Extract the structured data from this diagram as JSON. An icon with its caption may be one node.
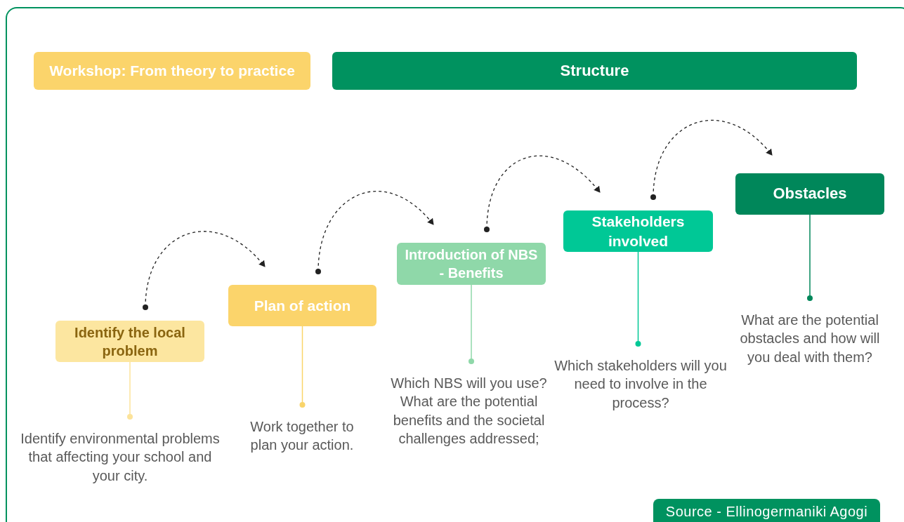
{
  "diagram": {
    "nodes": [
      {
        "text": [
          "Workshop: From theory to practice"
        ]
      },
      {
        "text": [
          "Structure"
        ]
      },
      {
        "text": [
          "Identify the local problem"
        ]
      },
      {
        "text": [
          "Plan of action"
        ]
      },
      {
        "text": [
          "Introduction of NBS - Benefits"
        ]
      },
      {
        "text": [
          "Stakeholders involved"
        ]
      },
      {
        "text": [
          "Obstacles"
        ]
      },
      {
        "text": [
          "Identify environmental problems that affecting your school and your city."
        ]
      },
      {
        "text": [
          "Work together to plan your action."
        ]
      },
      {
        "text": [
          "Which NBS will you use? What are the potential benefits and the societal challenges addressed;"
        ]
      },
      {
        "text": [
          "Which stakeholders will you need to involve in the process?"
        ]
      },
      {
        "text": [
          "What are the potential obstacles and how will you deal with them?"
        ]
      }
    ],
    "edges": [
      {
        "from": 2,
        "to": 3,
        "arrow": "to",
        "style": "dashed"
      },
      {
        "from": 3,
        "to": 4,
        "arrow": "to",
        "style": "dashed"
      },
      {
        "from": 4,
        "to": 5,
        "arrow": "to",
        "style": "dashed"
      },
      {
        "from": 5,
        "to": 6,
        "arrow": "to",
        "style": "dashed"
      },
      {
        "from": 2,
        "to": 7,
        "arrow": "other",
        "color": "#fce39a"
      },
      {
        "from": 3,
        "to": 8,
        "arrow": "other",
        "color": "#f9d46a"
      },
      {
        "from": 4,
        "to": 9,
        "arrow": "other",
        "color": "#8fd8a9"
      },
      {
        "from": 5,
        "to": 10,
        "arrow": "other",
        "color": "#00c896"
      },
      {
        "from": 6,
        "to": 11,
        "arrow": "other",
        "color": "#00875a"
      }
    ],
    "labels": [
      "Source - Ellinogermaniki Agogi"
    ]
  }
}
